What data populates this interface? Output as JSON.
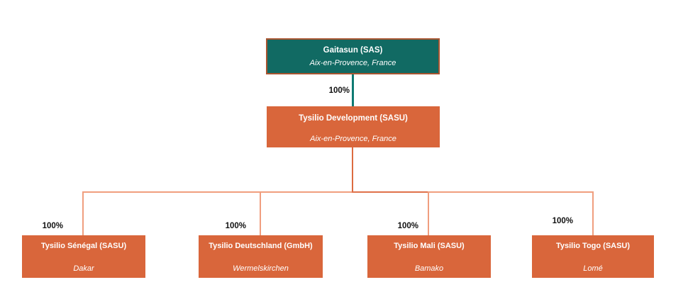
{
  "org_chart": {
    "type": "corporate-structure-tree",
    "parent": {
      "name": "Gaitasun (SAS)",
      "location": "Aix-en-Provence, France",
      "ownership_in_holding": "100%"
    },
    "holding": {
      "name": "Tysilio Development (SASU)",
      "location": "Aix-en-Provence, France"
    },
    "subsidiaries": [
      {
        "name": "Tysilio Sénégal (SASU)",
        "location": "Dakar",
        "ownership": "100%"
      },
      {
        "name": "Tysilio Deutschland (GmbH)",
        "location": "Wermelskirchen",
        "ownership": "100%"
      },
      {
        "name": "Tysilio Mali (SASU)",
        "location": "Bamako",
        "ownership": "100%"
      },
      {
        "name": "Tysilio Togo (SASU)",
        "location": "Lomé",
        "ownership": "100%"
      }
    ]
  },
  "colors": {
    "teal_fill": "#116A63",
    "teal_border": "#A85430",
    "orange_fill": "#D9663B",
    "teal_line": "#0E7A72",
    "orange_line": "#DC6B40",
    "salmon_line": "#F09E7E",
    "salmon_line_dark": "#E0714A",
    "label_text": "#111111",
    "box_text": "#FFFFFF",
    "background": "#FFFFFF"
  }
}
